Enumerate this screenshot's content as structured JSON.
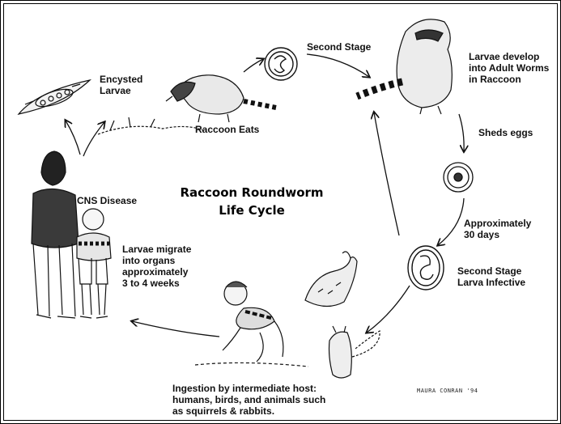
{
  "title": "Raccoon Roundworm\nLife Cycle",
  "stages": {
    "second_stage": "Second Stage",
    "larvae_develop": "Larvae develop\ninto Adult Worms\nin Raccoon",
    "sheds_eggs": "Sheds eggs",
    "approximately_30_days": "Approximately\n30 days",
    "second_stage_infective": "Second Stage\nLarva Infective",
    "ingestion": "Ingestion by intermediate host:\nhumans, birds, and animals such\nas squirrels & rabbits.",
    "larvae_migrate": "Larvae migrate\ninto organs\napproximately\n3 to 4 weeks",
    "cns_disease": "CNS Disease",
    "encysted_larvae": "Encysted\nLarvae",
    "raccoon_eats": "Raccoon Eats"
  },
  "artist_signature": "MAURA CONRAN '94",
  "colors": {
    "ink": "#111111",
    "background": "#ffffff"
  }
}
